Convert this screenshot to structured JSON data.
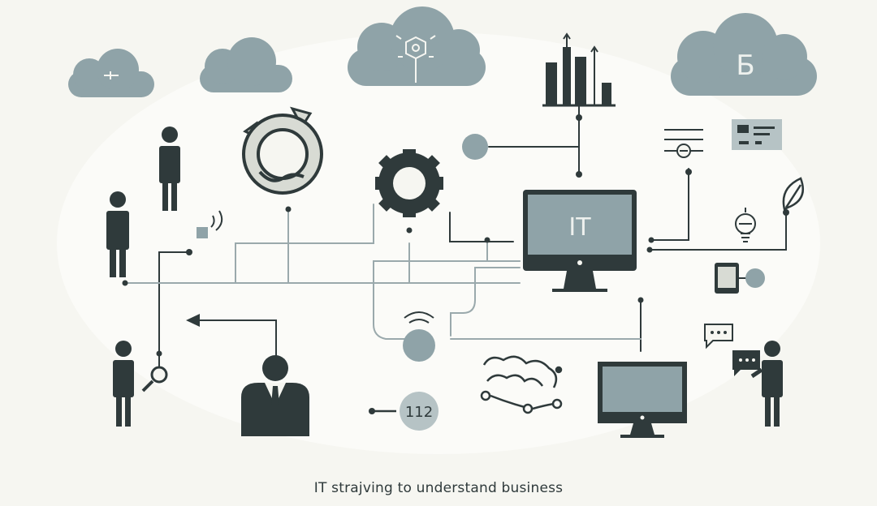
{
  "diagram": {
    "cloud_glyph": "Б",
    "monitor_label": "IT",
    "badge_number": "112",
    "caption": "IT strajving to understand business"
  },
  "colors": {
    "background": "#f6f6f1",
    "dark": "#2f3a3b",
    "slate": "#8fa3a8",
    "light_slate": "#b6c3c5",
    "line": "#9aa9ac"
  },
  "icons": [
    "cloud-icon",
    "gear-icon",
    "broken-gear-icon",
    "bar-chart-icon",
    "person-icon",
    "monitor-icon",
    "laptop-icon",
    "tablet-icon",
    "speech-bubble-icon",
    "wifi-icon",
    "leaf-icon",
    "lightbulb-icon",
    "id-card-icon",
    "document-icon",
    "brain-icon",
    "magnifier-icon",
    "arrow-left-icon",
    "businessman-icon"
  ]
}
